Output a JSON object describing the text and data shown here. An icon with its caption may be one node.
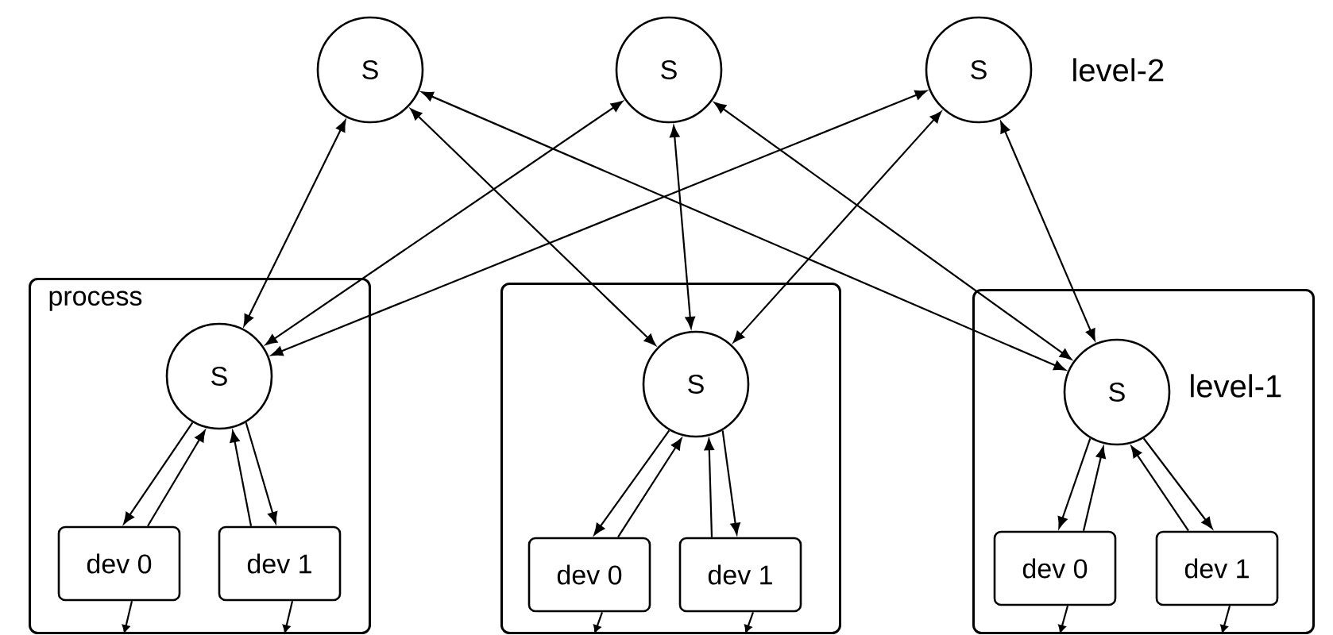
{
  "diagram": {
    "nodes": [
      {
        "text": [
          "S"
        ]
      },
      {
        "text": [
          "S"
        ]
      },
      {
        "text": [
          "S"
        ],
        "beside": [
          "level-2"
        ]
      },
      {
        "text": [
          "process"
        ]
      },
      {
        "text": [
          "S"
        ],
        "in": 3
      },
      {
        "text": [
          "dev 0"
        ],
        "in": 3
      },
      {
        "text": [
          "dev 1"
        ],
        "in": 3
      },
      {
        "text": [],
        "shape": "box"
      },
      {
        "text": [
          "S"
        ],
        "in": 7
      },
      {
        "text": [
          "dev 0"
        ],
        "in": 7
      },
      {
        "text": [
          "dev 1"
        ],
        "in": 7
      },
      {
        "text": [],
        "shape": "box"
      },
      {
        "text": [
          "S"
        ],
        "in": 11,
        "beside": [
          "level-1"
        ]
      },
      {
        "text": [
          "dev 0"
        ],
        "in": 11
      },
      {
        "text": [
          "dev 1"
        ],
        "in": 11
      }
    ],
    "edges": [
      {
        "from": 4,
        "to": 0,
        "arrow": "both"
      },
      {
        "from": 4,
        "to": 1,
        "arrow": "both"
      },
      {
        "from": 4,
        "to": 2,
        "arrow": "both"
      },
      {
        "from": 8,
        "to": 0,
        "arrow": "both"
      },
      {
        "from": 8,
        "to": 1,
        "arrow": "both"
      },
      {
        "from": 8,
        "to": 2,
        "arrow": "both"
      },
      {
        "from": 12,
        "to": 0,
        "arrow": "both"
      },
      {
        "from": 12,
        "to": 1,
        "arrow": "both"
      },
      {
        "from": 12,
        "to": 2,
        "arrow": "both"
      },
      {
        "from": 4,
        "to": 5,
        "arrow": "to"
      },
      {
        "from": 5,
        "to": 4,
        "arrow": "to"
      },
      {
        "from": 4,
        "to": 6,
        "arrow": "to"
      },
      {
        "from": 6,
        "to": 4,
        "arrow": "to"
      },
      {
        "from": 8,
        "to": 9,
        "arrow": "to"
      },
      {
        "from": 9,
        "to": 8,
        "arrow": "to"
      },
      {
        "from": 8,
        "to": 10,
        "arrow": "to"
      },
      {
        "from": 10,
        "to": 8,
        "arrow": "to"
      },
      {
        "from": 12,
        "to": 13,
        "arrow": "to"
      },
      {
        "from": 13,
        "to": 12,
        "arrow": "to"
      },
      {
        "from": 12,
        "to": 14,
        "arrow": "to"
      },
      {
        "from": 14,
        "to": 12,
        "arrow": "to"
      },
      {
        "from": 5,
        "to": null,
        "arrow": "to"
      },
      {
        "from": 6,
        "to": null,
        "arrow": "to"
      },
      {
        "from": 9,
        "to": null,
        "arrow": "to"
      },
      {
        "from": 10,
        "to": null,
        "arrow": "to"
      },
      {
        "from": 13,
        "to": null,
        "arrow": "to"
      },
      {
        "from": 14,
        "to": null,
        "arrow": "to"
      }
    ]
  }
}
